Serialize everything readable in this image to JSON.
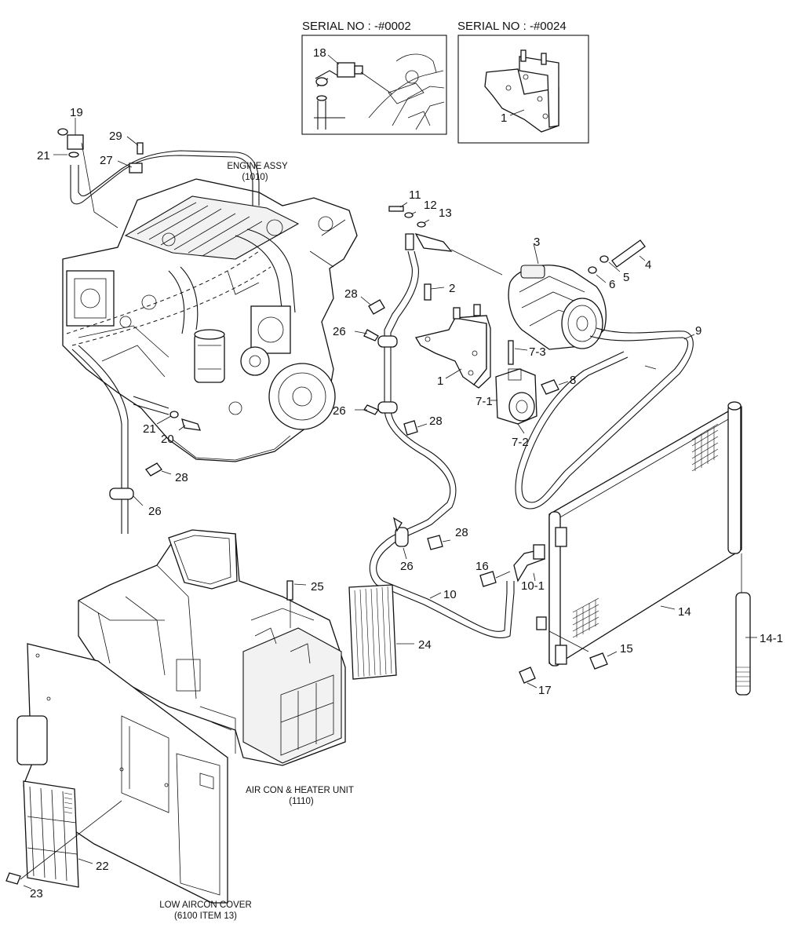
{
  "insets": {
    "left_header": "SERIAL NO : -#0002",
    "right_header": "SERIAL NO : -#0024",
    "left_callout": "18",
    "right_callout": "1"
  },
  "captions": {
    "engine_line1": "ENGINE ASSY",
    "engine_line2": "(1010)",
    "aircon_line1": "AIR CON & HEATER UNIT",
    "aircon_line2": "(1110)",
    "cover_line1": "LOW AIRCON COVER",
    "cover_line2": "(6100 ITEM 13)"
  },
  "callouts": {
    "c19": "19",
    "c29": "29",
    "c21a": "21",
    "c27": "27",
    "c11": "11",
    "c12": "12",
    "c13": "13",
    "c3": "3",
    "c4": "4",
    "c5": "5",
    "c6": "6",
    "c2": "2",
    "c28a": "28",
    "c26a": "26",
    "c1": "1",
    "c7_3": "7-3",
    "c8": "8",
    "c9": "9",
    "c7_1": "7-1",
    "c26b": "26",
    "c28b": "28",
    "c7_2": "7-2",
    "c21b": "21",
    "c20": "20",
    "c28c": "28",
    "c26c": "26",
    "c28d": "28",
    "c26d": "26",
    "c16": "16",
    "c10_1": "10-1",
    "c10": "10",
    "c14": "14",
    "c25": "25",
    "c24": "24",
    "c15": "15",
    "c14_1": "14-1",
    "c17": "17",
    "c22": "22",
    "c23": "23"
  }
}
